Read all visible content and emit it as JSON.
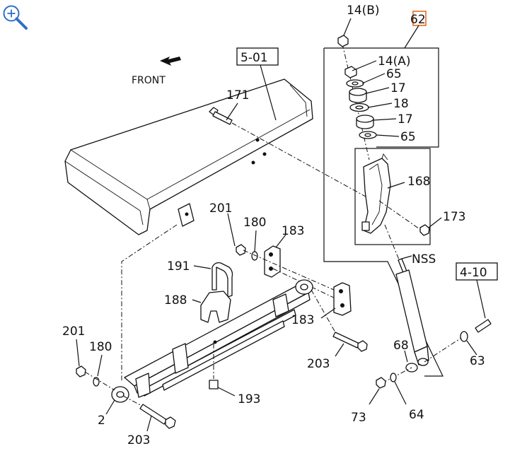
{
  "colors": {
    "line": "#111111",
    "accent": "#e46c1e",
    "zoom_icon": "#2f6fc8"
  },
  "toolbar": {
    "zoom_icon": "zoom-in-icon"
  },
  "diagram": {
    "front_label": "FRONT",
    "ref_boxes": {
      "frame": "5-01",
      "shock_ref": "4-10",
      "group": "62"
    },
    "callouts": {
      "p14b": "14(B)",
      "p14a": "14(A)",
      "p65_top": "65",
      "p17_top": "17",
      "p18": "18",
      "p17_bot": "17",
      "p65_bot": "65",
      "p171": "171",
      "p168": "168",
      "p173": "173",
      "p201_top": "201",
      "p180_top": "180",
      "p183_top": "183",
      "p191": "191",
      "p188": "188",
      "p183_bot": "183",
      "nss": "NSS",
      "p201_left": "201",
      "p180_left": "180",
      "p68": "68",
      "p63": "63",
      "p203_right": "203",
      "p193": "193",
      "p2": "2",
      "p203_bot": "203",
      "p73": "73",
      "p64": "64"
    }
  }
}
